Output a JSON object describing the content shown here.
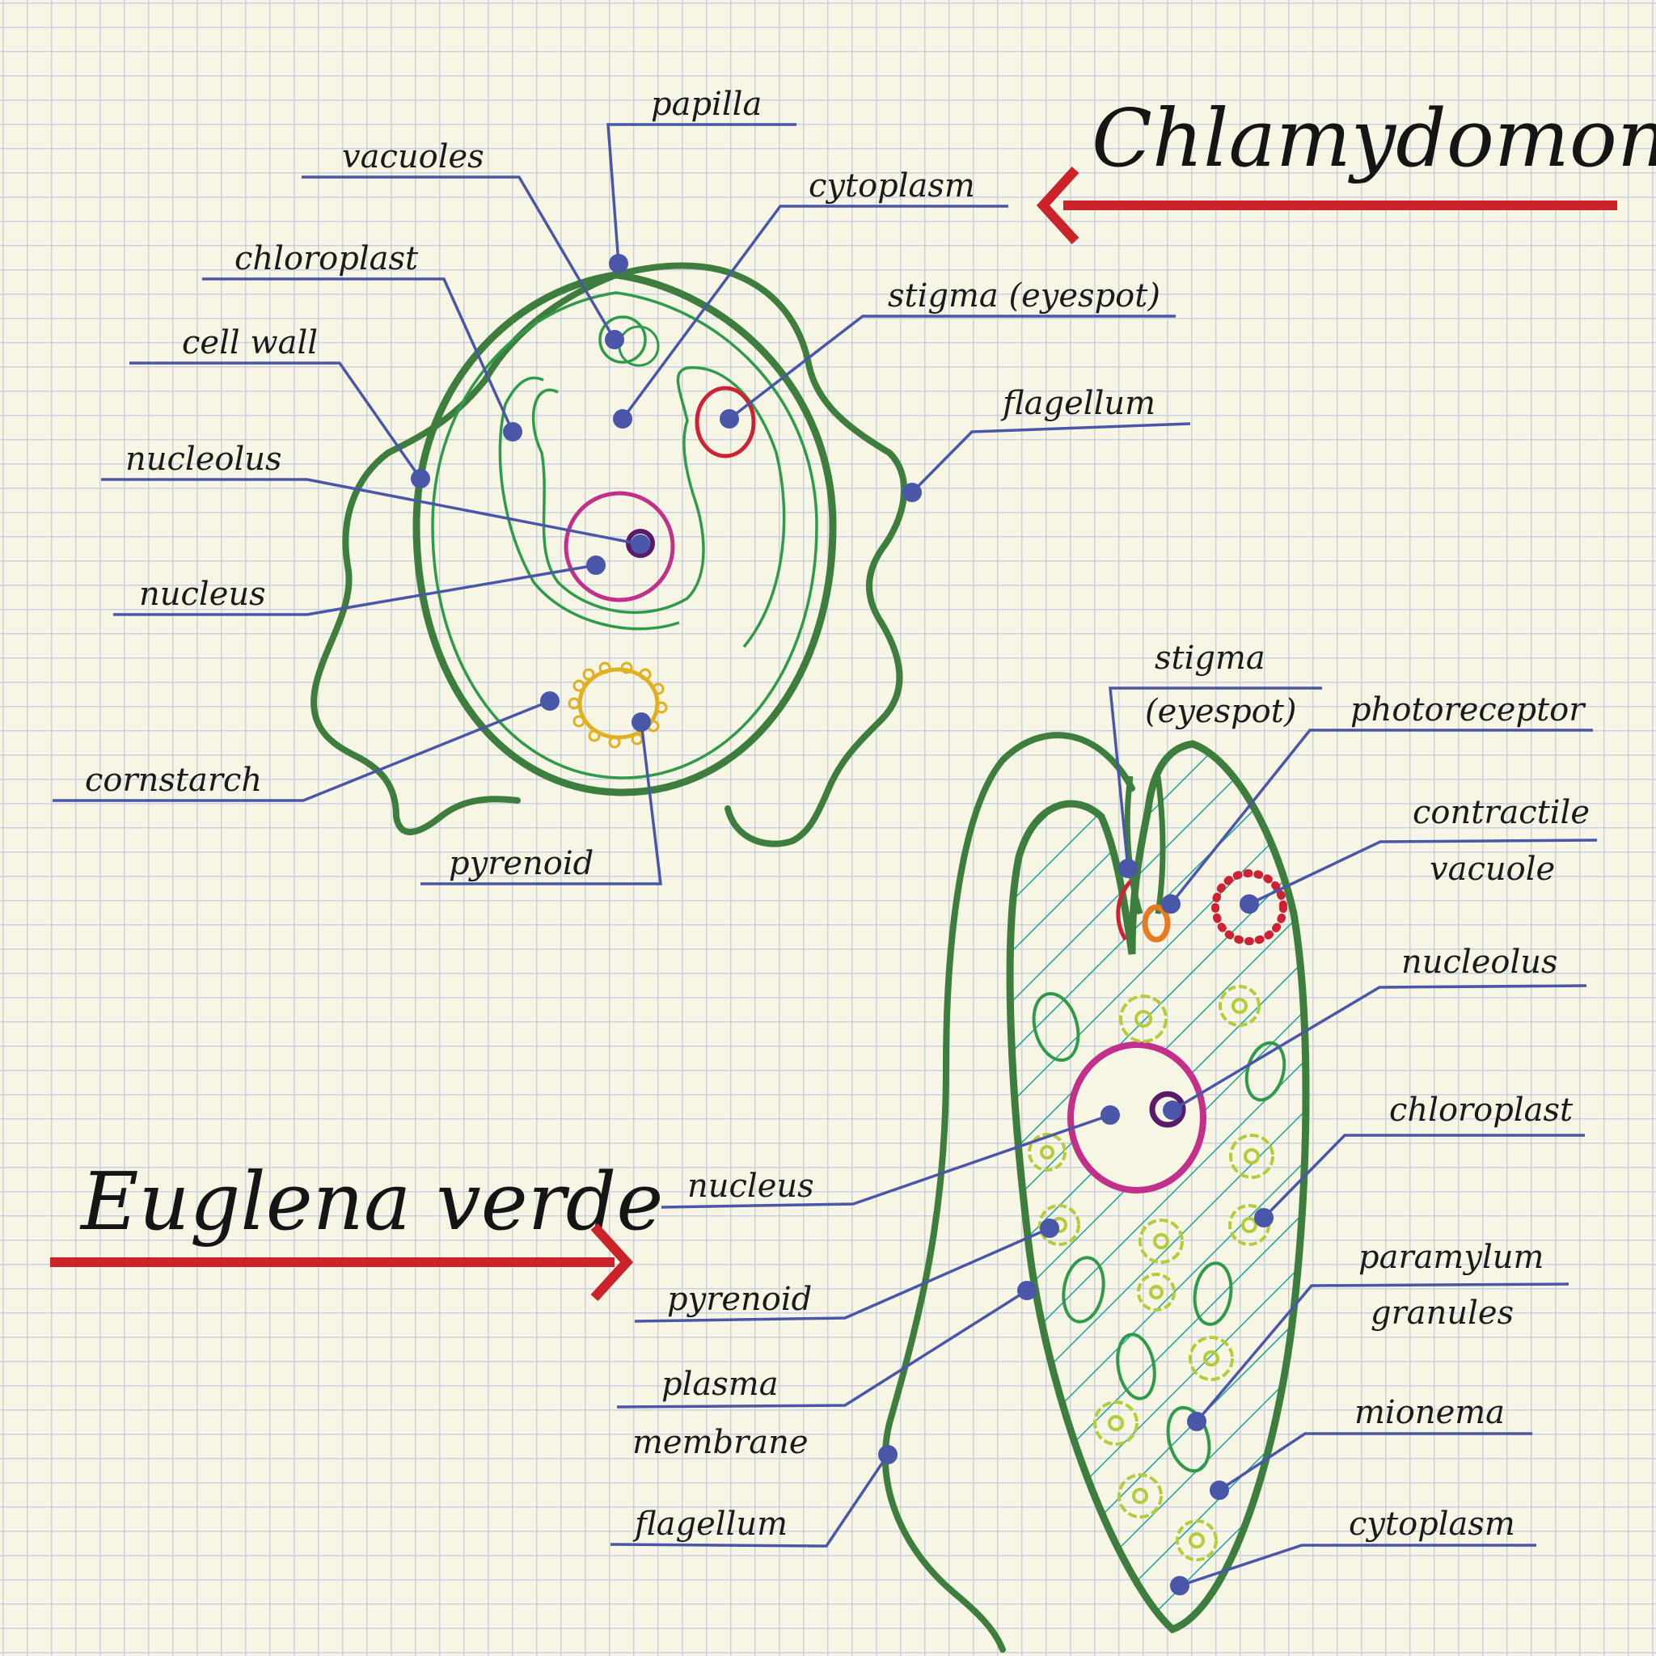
{
  "titles": {
    "chlamydomonas": "Chlamydomonas",
    "euglena": "Euglena verde"
  },
  "chlamydomonas_labels": {
    "papilla": "papilla",
    "vacuoles": "vacuoles",
    "cytoplasm": "cytoplasm",
    "chloroplast": "chloroplast",
    "stigma": "stigma (eyespot)",
    "cell_wall": "cell wall",
    "flagellum": "flagellum",
    "nucleolus": "nucleolus",
    "nucleus": "nucleus",
    "cornstarch": "cornstarch",
    "pyrenoid": "pyrenoid"
  },
  "euglena_labels": {
    "stigma_line1": "stigma",
    "stigma_line2": "(eyespot)",
    "photoreceptor": "photoreceptor",
    "contractile_line1": "contractile",
    "contractile_line2": "vacuole",
    "nucleolus": "nucleolus",
    "chloroplast": "chloroplast",
    "nucleus": "nucleus",
    "paramylum_line1": "paramylum",
    "paramylum_line2": "granules",
    "pyrenoid": "pyrenoid",
    "plasma_line1": "plasma",
    "plasma_line2": "membrane",
    "mionema": "mionema",
    "flagellum": "flagellum",
    "cytoplasm": "cytoplasm"
  },
  "colors": {
    "cell_green": "#3d7d3d",
    "inner_green": "#2e9a4a",
    "leader_blue": "#4a56a8",
    "arrow_red": "#cc2229",
    "nucleus_magenta": "#c2308c",
    "nucleolus_purple": "#5a1a6a",
    "stigma_red": "#cc2233",
    "starch_yellow": "#e0b020",
    "paramylum_lime": "#b5cc3a",
    "hatch_teal": "#1aa39a",
    "photoreceptor_orange": "#e87a22"
  }
}
